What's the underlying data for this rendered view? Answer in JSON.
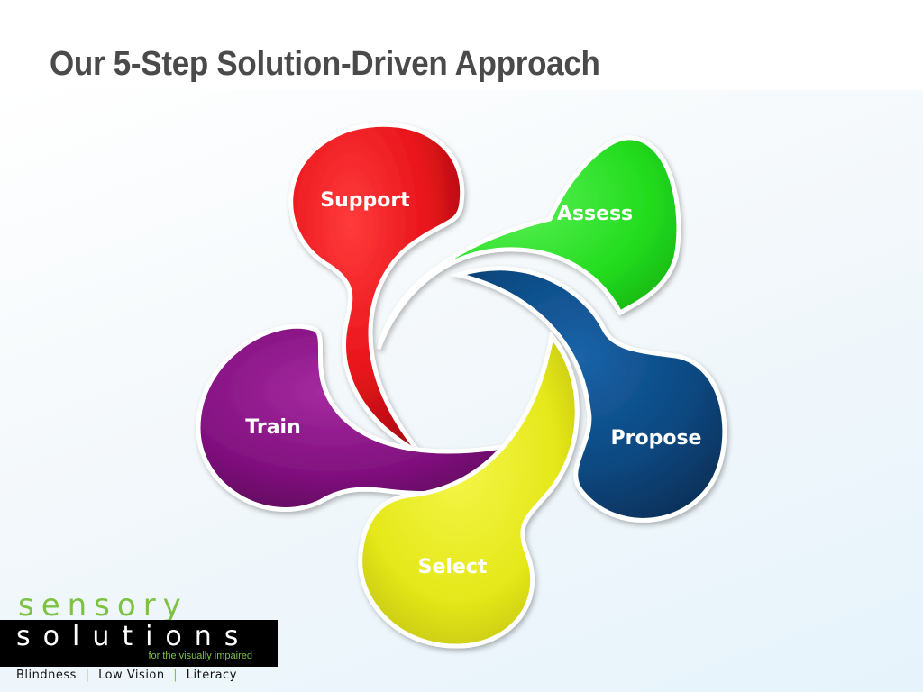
{
  "slide": {
    "title": "Our 5-Step Solution-Driven Approach"
  },
  "diagram": {
    "steps": [
      {
        "label": "Support",
        "color": "#e8141b"
      },
      {
        "label": "Assess",
        "color": "#22dc1e"
      },
      {
        "label": "Propose",
        "color": "#0a4880"
      },
      {
        "label": "Select",
        "color": "#e5e81a"
      },
      {
        "label": "Train",
        "color": "#82117f"
      }
    ]
  },
  "logo": {
    "top_text": "sensory",
    "main_text": "solutions",
    "tagline": "for the visually impaired",
    "accent_color": "#7dc243"
  },
  "footer": {
    "item1": "Blindness",
    "item2": "Low Vision",
    "item3": "Literacy",
    "separator": "|"
  }
}
